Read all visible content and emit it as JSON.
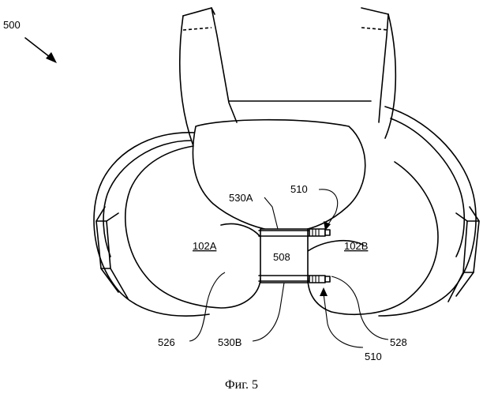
{
  "figure": {
    "caption": "Фиг. 5",
    "labels": {
      "ref_500": "500",
      "ref_510_top": "510",
      "ref_530a": "530A",
      "ref_102a": "102A",
      "ref_508": "508",
      "ref_102b": "102B",
      "ref_526": "526",
      "ref_530b": "530B",
      "ref_528": "528",
      "ref_510_bottom": "510"
    }
  }
}
